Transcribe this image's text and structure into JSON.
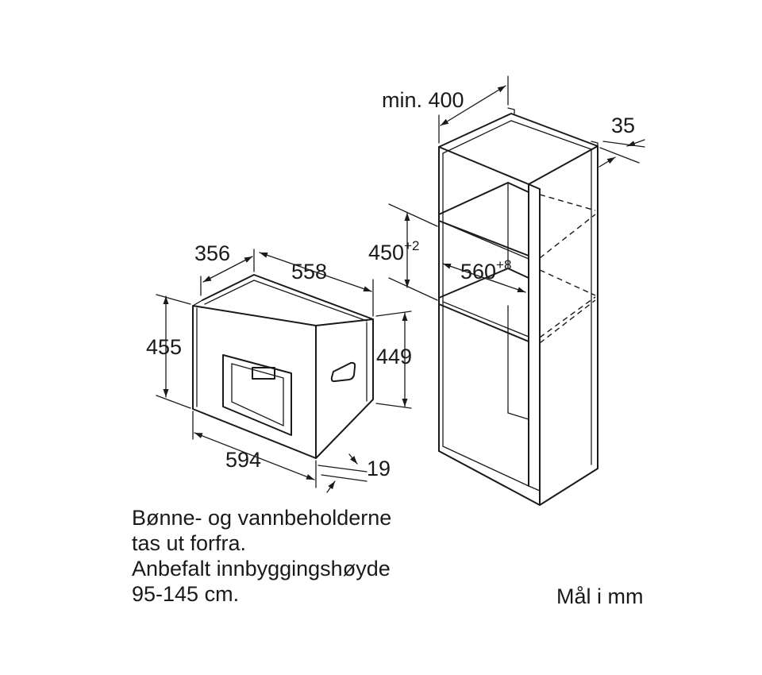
{
  "appliance": {
    "width": "594",
    "height_front": "455",
    "height_body": "449",
    "depth": "558",
    "front_depth": "356",
    "panel_thickness": "19"
  },
  "cabinet": {
    "min_depth": "min. 400",
    "offset": "35",
    "niche_height": "450",
    "niche_height_tol": "+2",
    "niche_width": "560",
    "niche_width_tol": "+8"
  },
  "notes": {
    "line1": "Bønne- og vannbeholderne",
    "line2": "tas ut forfra.",
    "line3": "Anbefalt innbyggingshøyde",
    "line4": "95-145 cm."
  },
  "units": "Mål i mm"
}
